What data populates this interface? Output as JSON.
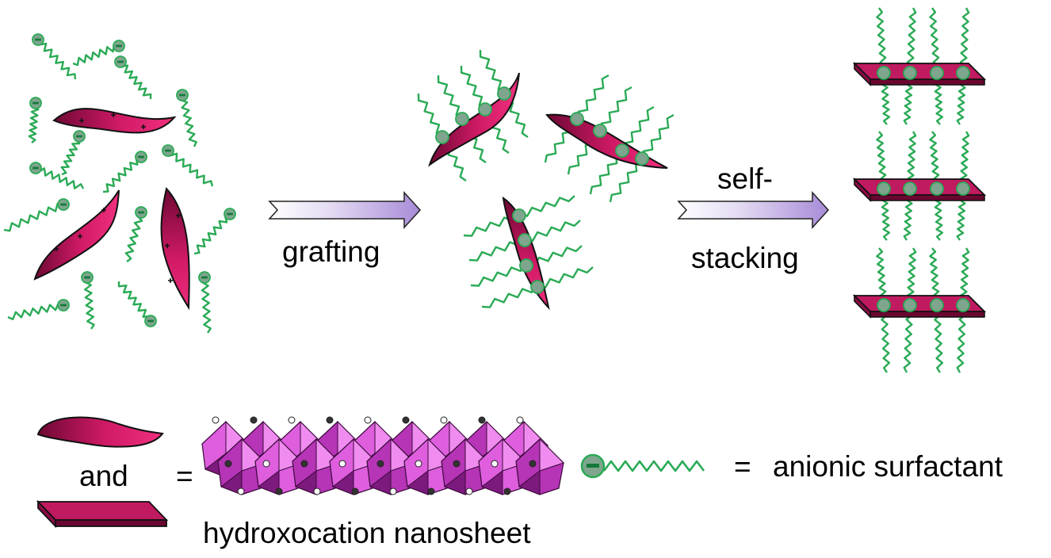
{
  "labels": {
    "grafting": "grafting",
    "self": "self-",
    "stacking": "stacking",
    "and": "and",
    "equals1": "=",
    "equals2": "=",
    "anionic_surfactant": "anionic surfactant",
    "hydroxocation_nanosheet": "hydroxocation nanosheet"
  },
  "colors": {
    "sheet_dark": "#7a0a3c",
    "sheet_light": "#e0206f",
    "surfactant_green": "#2aaa55",
    "head_fill": "#7fa58e",
    "arrow_light": "#f4f0fb",
    "arrow_dark": "#a98bd6",
    "polyhedra": "#c43fc4"
  },
  "icons": {
    "surfactant_minus": "minus-sign",
    "sheet_plus": "plus-sign"
  }
}
